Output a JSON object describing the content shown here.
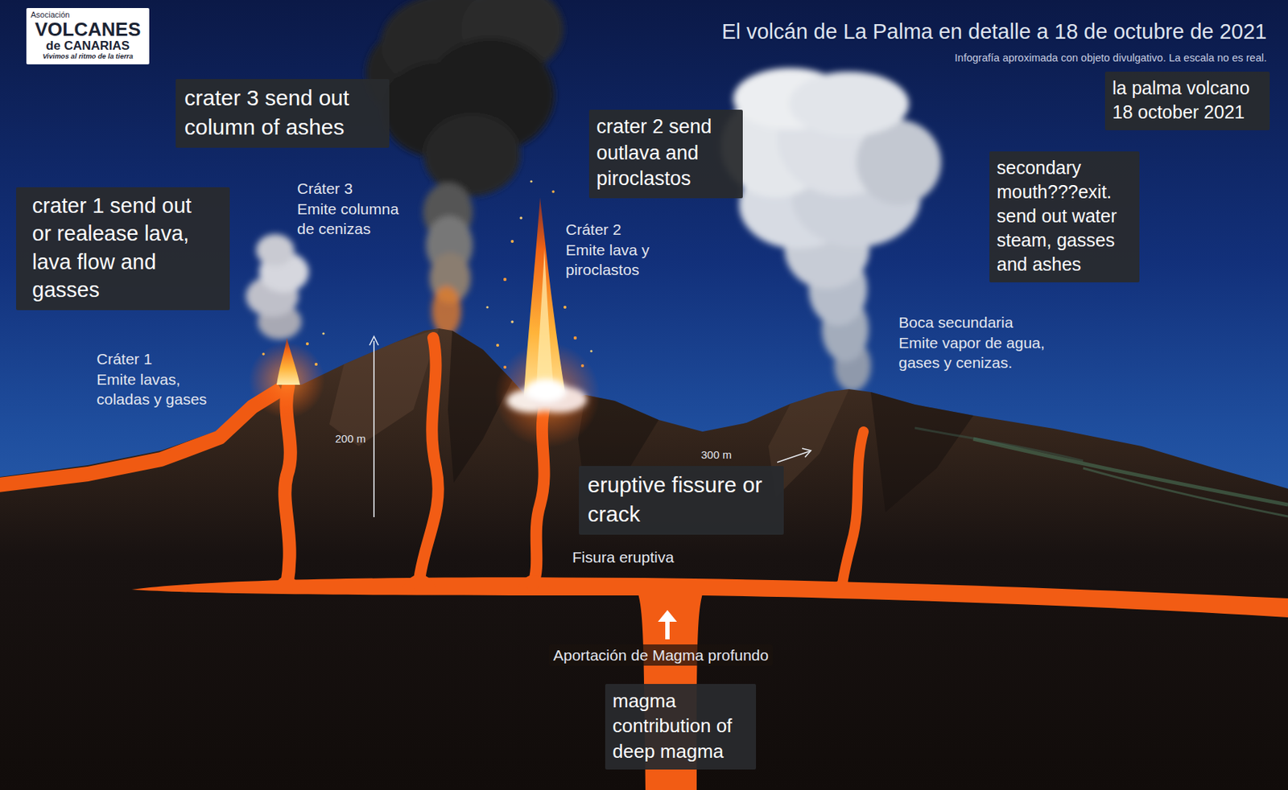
{
  "diagram": {
    "title": "El volcán de La Palma en detalle a 18 de octubre de 2021",
    "caption": "Infografía aproximada con objeto divulgativo. La escala no es real.",
    "nodes": [
      {
        "text": [
          "Asociación",
          "VOLCANES",
          "de CANARIAS",
          "Vivimos al ritmo de la tierra"
        ]
      },
      {
        "text": [
          "crater 3 send out column of ashes"
        ]
      },
      {
        "text": [
          "crater 2 send outlava and piroclastos"
        ]
      },
      {
        "text": [
          "la palma volcano 18 october 2021"
        ]
      },
      {
        "text": [
          "secondary mouth???exit. send out water steam, gasses and ashes"
        ]
      },
      {
        "text": [
          "crater 1 send out or realease lava, lava flow and gasses"
        ]
      },
      {
        "text": [
          "eruptive fissure or crack"
        ]
      },
      {
        "text": [
          "magma contribution of deep magma"
        ]
      }
    ],
    "labels": [
      "Cráter 3",
      "Emite columna de cenizas",
      "Cráter 2",
      "Emite lava y piroclastos",
      "Boca secundaria",
      "Emite vapor de agua, gases y cenizas.",
      "Cráter 1",
      "Emite lavas, coladas y gases",
      "200 m",
      "300 m",
      "Fisura eruptiva",
      "Aportación de Magma profundo"
    ]
  }
}
